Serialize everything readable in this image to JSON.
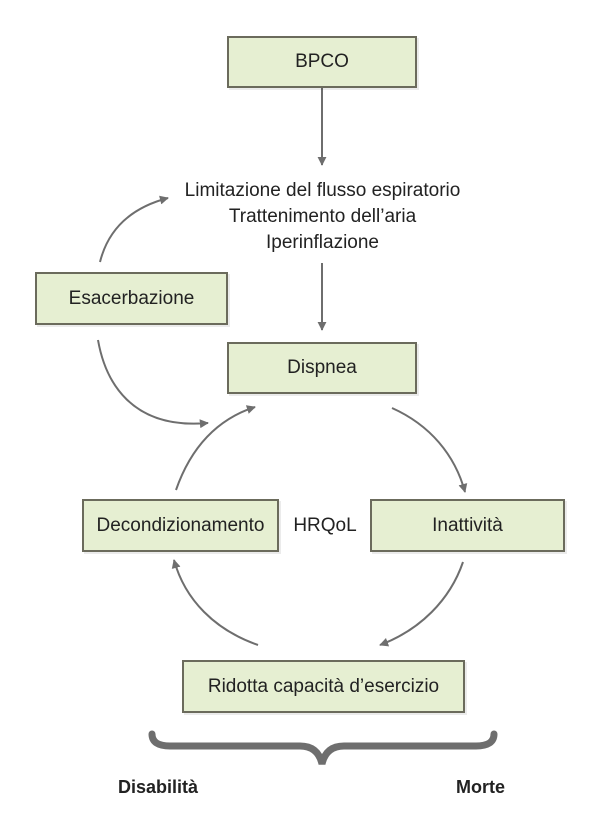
{
  "nodes": {
    "bpco": "BPCO",
    "mechanisms": [
      "Limitazione del flusso espiratorio",
      "Trattenimento dell’aria",
      "Iperinflazione"
    ],
    "esacerbazione": "Esacerbazione",
    "dispnea": "Dispnea",
    "decondizionamento": "Decondizionamento",
    "hrqol": "HRQoL",
    "inattivita": "Inattività",
    "ridotta_capacita": "Ridotta capacità d’esercizio"
  },
  "outcomes": {
    "left": "Disabilità",
    "right": "Morte"
  },
  "colors": {
    "box_fill": "#e6efd2",
    "box_border": "#6b6b5c",
    "arrow": "#6e6e6e",
    "text": "#222222"
  }
}
